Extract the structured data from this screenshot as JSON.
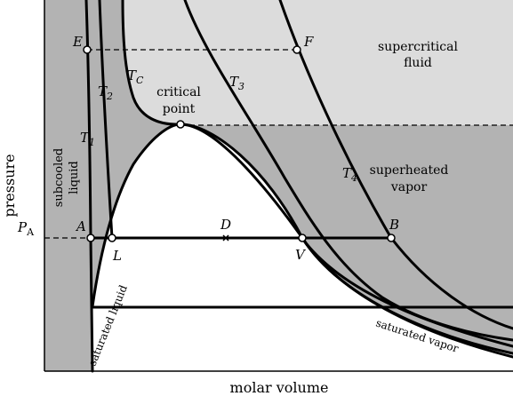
{
  "axes": {
    "xlabel": "molar volume",
    "ylabel": "pressure",
    "pressure_mark": "P",
    "pressure_mark_sub": "A"
  },
  "regions": {
    "supercritical_line1": "supercritical",
    "supercritical_line2": "fluid",
    "superheated_line1": "superheated",
    "superheated_line2": "vapor",
    "subcooled_line1": "subcooled",
    "subcooled_line2": "liquid",
    "critical_line1": "critical",
    "critical_line2": "point",
    "saturated_liquid": "saturated liquid",
    "saturated_vapor": "saturated vapor"
  },
  "isotherms": {
    "t1": "T",
    "t1_sub": "1",
    "t2": "T",
    "t2_sub": "2",
    "tc": "T",
    "tc_sub": "C",
    "t3": "T",
    "t3_sub": "3",
    "t4": "T",
    "t4_sub": "4"
  },
  "points": {
    "e": "E",
    "f": "F",
    "a": "A",
    "l": "L",
    "d": "D",
    "v": "V",
    "b": "B"
  },
  "colors": {
    "dark_region": "#b3b3b3",
    "light_region": "#dcdcdc",
    "two_phase_region": "#ffffff",
    "lines": "#000000"
  }
}
